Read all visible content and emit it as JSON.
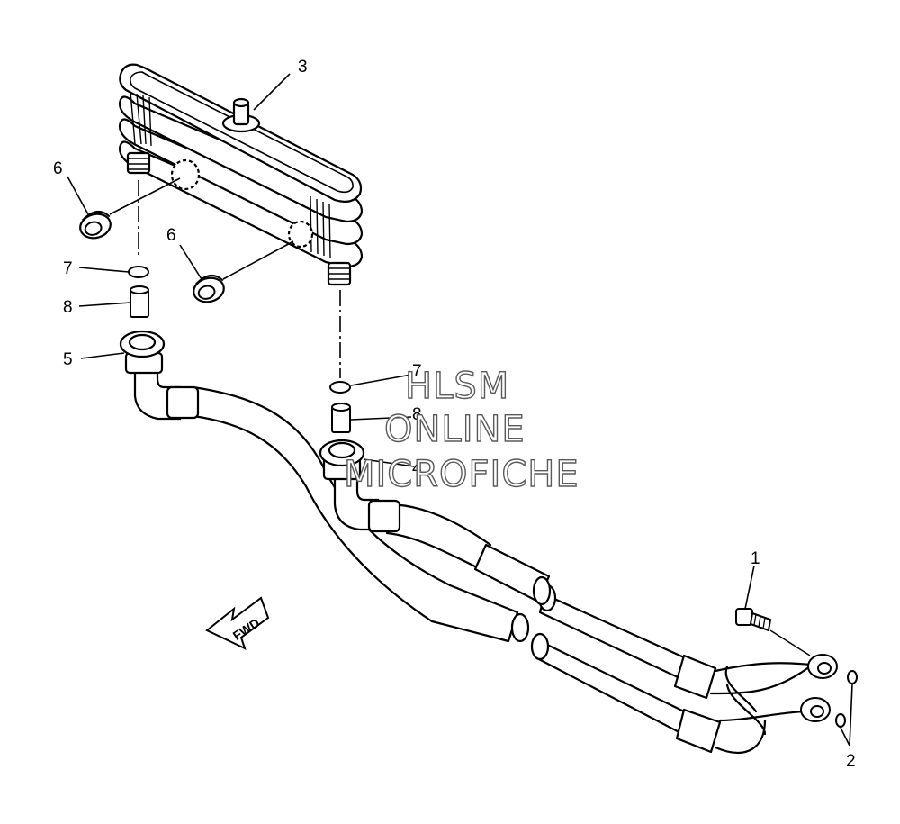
{
  "callouts": {
    "c1": "1",
    "c2": "2",
    "c3": "3",
    "c4": "4",
    "c5": "5",
    "c6a": "6",
    "c6b": "6",
    "c7a": "7",
    "c7b": "7",
    "c8a": "8",
    "c8b": "8"
  },
  "fwd_label": "FWD",
  "watermark": {
    "line1": "HLSM",
    "line2": "ONLINE",
    "line3": "MICROFICHE"
  },
  "colors": {
    "line": "#000000",
    "watermark_outline": "#5a5a5a",
    "background": "#ffffff"
  }
}
